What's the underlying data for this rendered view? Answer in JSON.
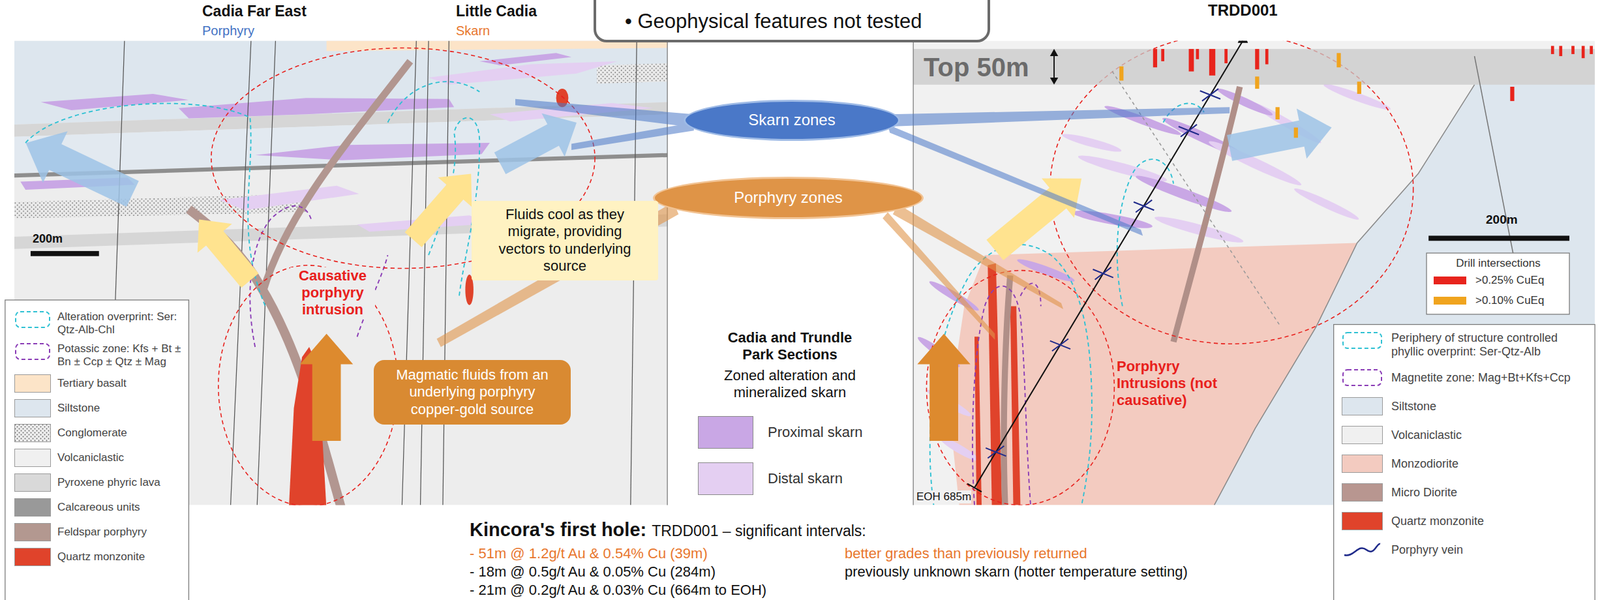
{
  "diagram": {
    "nodes": [
      {
        "text": [
          "• Geophysical features not tested"
        ]
      },
      {
        "text": [
          "Skarn zones"
        ]
      },
      {
        "text": [
          "Porphyry zones"
        ]
      },
      {
        "text": [
          "Fluids cool as they migrate, providing vectors to underlying source"
        ]
      },
      {
        "text": [
          "Magmatic fluids from an underlying porphyry copper-gold source"
        ]
      }
    ],
    "labels": [
      "Cadia Far East",
      "Porphyry",
      "Little Cadia",
      "Skarn",
      "TRDD001",
      "Top 50m",
      "200m",
      "200m",
      "Drill intersections",
      "Causative porphyry intrusion",
      "Porphyry Intrusions (not causative)",
      "Cadia and Trundle Park Sections",
      "Zoned alteration and mineralized skarn",
      "EOH 685m",
      "Kincora's first hole:",
      "TRDD001 – significant intervals:",
      "- 51m @ 1.2g/t Au & 0.54% Cu (39m)",
      "better grades than previously returned",
      "- 18m @ 0.5g/t Au & 0.05% Cu (284m)",
      "previously unknown skarn (hotter temperature setting)",
      "- 21m @ 0.2g/t Au & 0.03% Cu (664m to EOH)"
    ],
    "legend": [
      {
        "text": "Alteration overprint: Ser: Qtz-Alb-Chl"
      },
      {
        "text": "Potassic zone: Kfs + Bt ± Bn ± Ccp ± Qtz ± Mag"
      },
      {
        "text": "Tertiary basalt",
        "color": "#fce4c8"
      },
      {
        "text": "Siltstone",
        "color": "#dde6ee"
      },
      {
        "text": "Conglomerate"
      },
      {
        "text": "Volcaniclastic",
        "color": "#f0f0f0"
      },
      {
        "text": "Pyroxene phyric lava",
        "color": "#d9d9d9"
      },
      {
        "text": "Calcareous units",
        "color": "#999999"
      },
      {
        "text": "Feldspar porphyry",
        "color": "#b39890"
      },
      {
        "text": "Quartz monzonite",
        "color": "#e0432b"
      },
      {
        "text": "Proximal skarn",
        "color": "#c9a7e5"
      },
      {
        "text": "Distal skarn",
        "color": "#e4cff2"
      },
      {
        "text": ">0.25% CuEq",
        "color": "#e8241c"
      },
      {
        "text": ">0.10% CuEq",
        "color": "#f0a41e"
      },
      {
        "text": "Periphery of structure controlled phyllic overprint: Ser-Qtz-Alb"
      },
      {
        "text": "Magnetite zone: Mag+Bt+Kfs+Ccp"
      },
      {
        "text": "Siltstone",
        "color": "#dde6ee"
      },
      {
        "text": "Volcaniclastic",
        "color": "#f0f0f0"
      },
      {
        "text": "Monzodiorite",
        "color": "#f3cbc0"
      },
      {
        "text": "Micro Diorite",
        "color": "#b89690"
      },
      {
        "text": "Quartz monzonite",
        "color": "#e0432b"
      },
      {
        "text": "Porphyry vein"
      }
    ]
  }
}
